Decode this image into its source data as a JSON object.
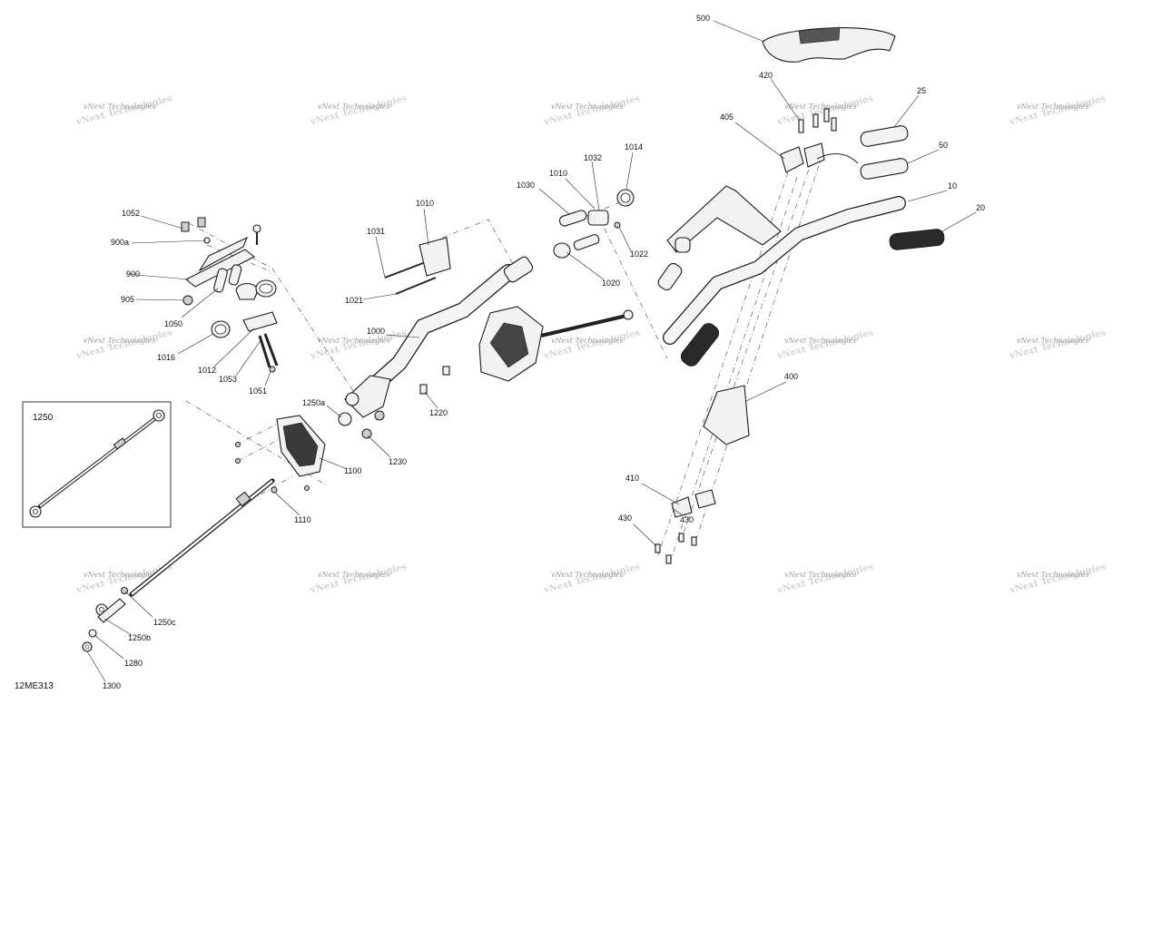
{
  "diagram_code": "12ME313",
  "watermark": {
    "text": "vNext Technologies"
  },
  "inset": {
    "label": "1250"
  },
  "callouts": [
    {
      "id": "500",
      "label": "500"
    },
    {
      "id": "420",
      "label": "420"
    },
    {
      "id": "25",
      "label": "25"
    },
    {
      "id": "405",
      "label": "405"
    },
    {
      "id": "50",
      "label": "50"
    },
    {
      "id": "10",
      "label": "10"
    },
    {
      "id": "20",
      "label": "20"
    },
    {
      "id": "1014",
      "label": "1014"
    },
    {
      "id": "1032",
      "label": "1032"
    },
    {
      "id": "1010a",
      "label": "1010"
    },
    {
      "id": "1030",
      "label": "1030"
    },
    {
      "id": "1010b",
      "label": "1010"
    },
    {
      "id": "1022",
      "label": "1022"
    },
    {
      "id": "1020",
      "label": "1020"
    },
    {
      "id": "1031",
      "label": "1031"
    },
    {
      "id": "1021",
      "label": "1021"
    },
    {
      "id": "1052",
      "label": "1052"
    },
    {
      "id": "900a",
      "label": "900a"
    },
    {
      "id": "900",
      "label": "900"
    },
    {
      "id": "905",
      "label": "905"
    },
    {
      "id": "1050",
      "label": "1050"
    },
    {
      "id": "1016",
      "label": "1016"
    },
    {
      "id": "1012",
      "label": "1012"
    },
    {
      "id": "1053",
      "label": "1053"
    },
    {
      "id": "1051",
      "label": "1051"
    },
    {
      "id": "1000",
      "label": "1000"
    },
    {
      "id": "1250a",
      "label": "1250a"
    },
    {
      "id": "1220",
      "label": "1220"
    },
    {
      "id": "1230",
      "label": "1230"
    },
    {
      "id": "1100",
      "label": "1100"
    },
    {
      "id": "1110",
      "label": "1110"
    },
    {
      "id": "400",
      "label": "400"
    },
    {
      "id": "410",
      "label": "410"
    },
    {
      "id": "430a",
      "label": "430"
    },
    {
      "id": "430b",
      "label": "430"
    },
    {
      "id": "1250c",
      "label": "1250c"
    },
    {
      "id": "1250b",
      "label": "1250b"
    },
    {
      "id": "1280",
      "label": "1280"
    },
    {
      "id": "1300",
      "label": "1300"
    }
  ]
}
